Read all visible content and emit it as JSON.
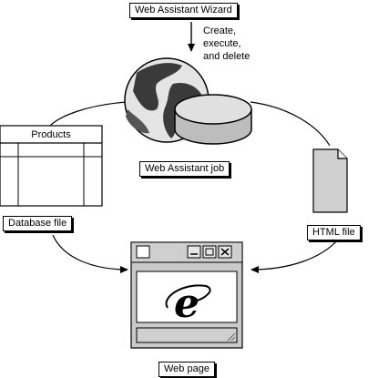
{
  "labels": {
    "wizard": "Web Assistant Wizard",
    "action": "Create,\nexecute,\nand delete",
    "table_header": "Products",
    "job": "Web Assistant job",
    "db_file": "Database file",
    "html_file": "HTML file",
    "web_page": "Web page"
  },
  "icons": {
    "globe": "globe-icon",
    "disk": "database-disk-icon",
    "document": "document-icon",
    "browser": "browser-window-icon",
    "ie_logo": "internet-explorer-logo"
  }
}
